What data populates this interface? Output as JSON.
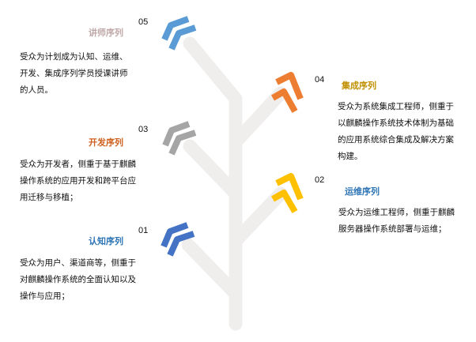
{
  "items": [
    {
      "num": "05",
      "title": "讲师序列",
      "desc": "受众为计划成为认知、运维、开发、集成序列学员授课讲师的人员。",
      "color": "#5b9bd5",
      "title_color": "#c0a8a8"
    },
    {
      "num": "04",
      "title": "集成序列",
      "desc": "受众为系统集成工程师，侧重于以麒麟操作系统技术体制为基础的应用系统综合集成及解决方案构建。",
      "color": "#ed7d31",
      "title_color": "#c09000"
    },
    {
      "num": "03",
      "title": "开发序列",
      "desc": "受众为开发者，侧重于基于麒麟操作系统的应用开发和跨平台应用迁移与移植；",
      "color": "#a5a5a5",
      "title_color": "#d06020"
    },
    {
      "num": "02",
      "title": "运维序列",
      "desc": "受众为运维工程师，侧重于麒麟服务器操作系统部署与运维；",
      "color": "#ffc000",
      "title_color": "#2e75b6"
    },
    {
      "num": "01",
      "title": "认知序列",
      "desc": "受众为用户、渠道商等，侧重于对麒麟操作系统的全面认知以及操作与应用；",
      "color": "#4472c4",
      "title_color": "#2e75b6"
    }
  ]
}
